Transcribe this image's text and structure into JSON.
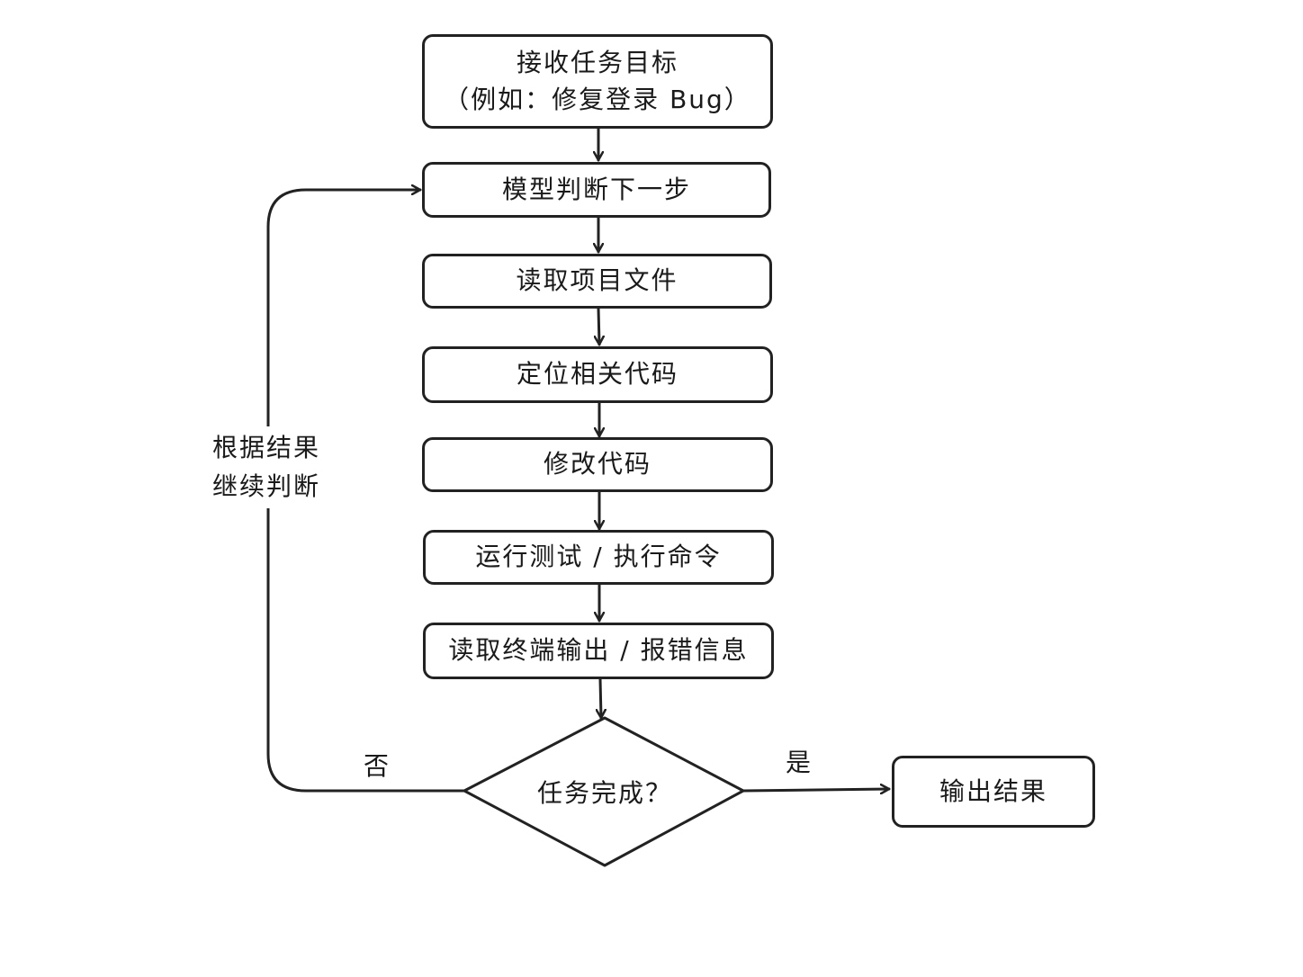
{
  "nodes": {
    "receive_task": {
      "line1": "接收任务目标",
      "line2": "（例如：修复登录 Bug）"
    },
    "model_decide": "模型判断下一步",
    "read_files": "读取项目文件",
    "locate_code": "定位相关代码",
    "modify_code": "修改代码",
    "run_tests": "运行测试 / 执行命令",
    "read_output": "读取终端输出 / 报错信息",
    "decision": "任务完成？",
    "output_result": "输出结果"
  },
  "edges": {
    "yes_label": "是",
    "no_label": "否",
    "loop_label": {
      "line1": "根据结果",
      "line2": "继续判断"
    }
  },
  "colors": {
    "stroke": "#222222",
    "background": "#ffffff",
    "text": "#1a1a1a"
  }
}
